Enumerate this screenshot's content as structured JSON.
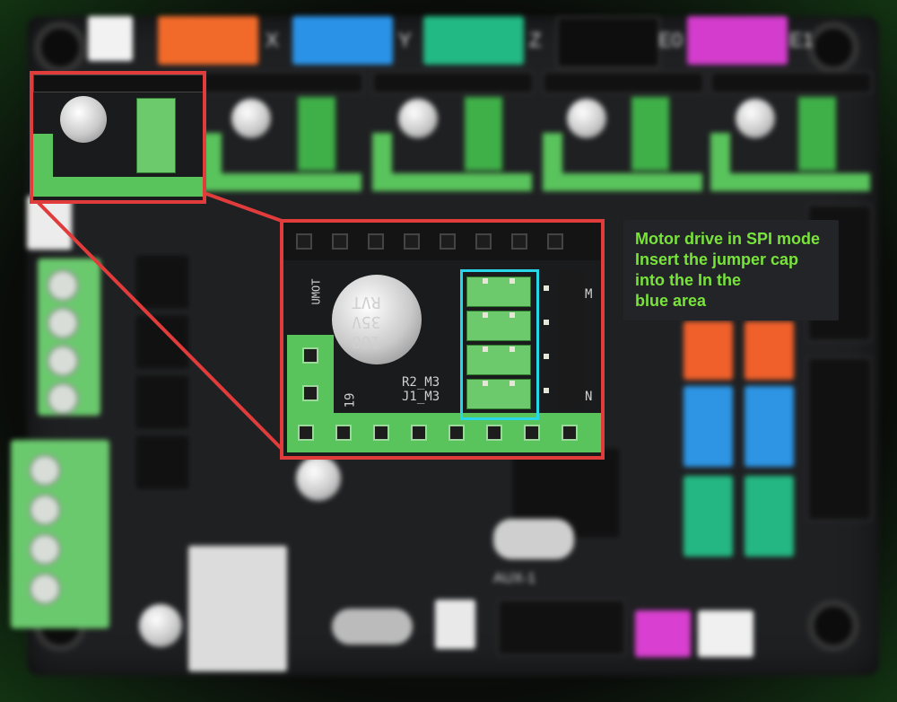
{
  "note": {
    "lines": [
      "Motor drive in SPI mode",
      "Insert the jumper cap",
      "into the In the",
      "blue area"
    ]
  },
  "axis_labels": [
    "X",
    "Y",
    "Z",
    "E0",
    "E1"
  ],
  "capacitor_text": [
    "UMOT",
    "RVT",
    "35V",
    "100"
  ],
  "silkscreen": [
    "R2_M3",
    "J1_M3",
    "19",
    "M",
    "N"
  ],
  "aux_label": "AUX-1",
  "colors": {
    "highlight_zoom": "#e03c3c",
    "highlight_jumper": "#27d6e8",
    "note_text": "#78e33a"
  }
}
